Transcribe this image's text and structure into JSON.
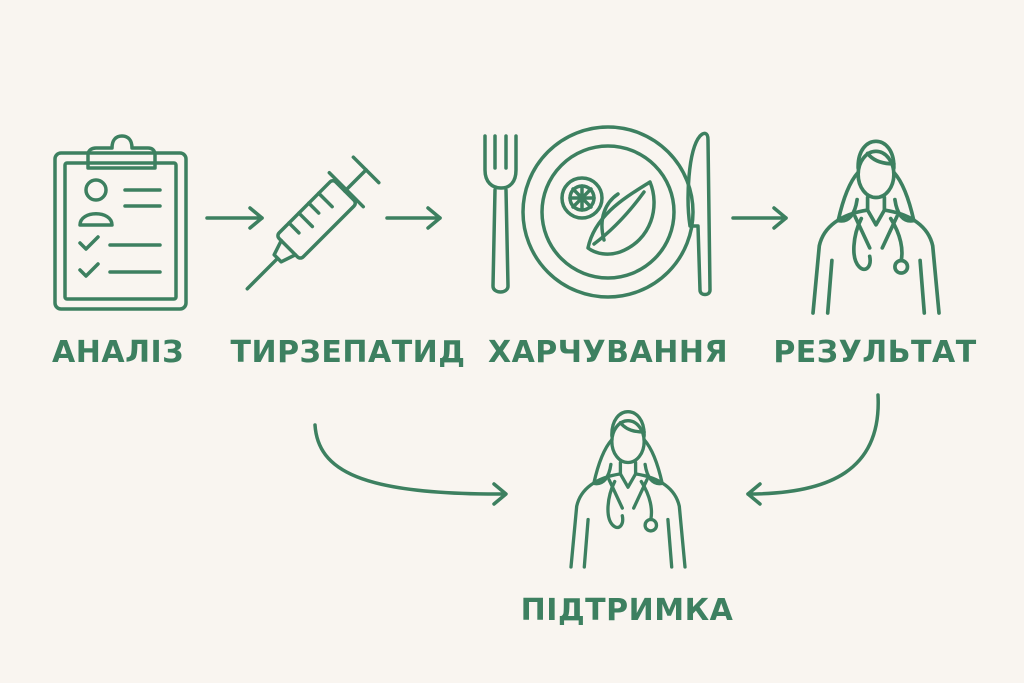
{
  "colors": {
    "background": "#f9f5f0",
    "stroke": "#3d8060"
  },
  "steps": [
    {
      "label": "АНАЛІЗ",
      "icon": "clipboard-icon"
    },
    {
      "label": "ТИРЗЕПАТИД",
      "icon": "syringe-icon"
    },
    {
      "label": "ХАРЧУВАННЯ",
      "icon": "plate-cutlery-icon"
    },
    {
      "label": "РЕЗУЛЬТАТ",
      "icon": "doctor-icon"
    }
  ],
  "support": {
    "label": "ПІДТРИМКА",
    "icon": "doctor-icon"
  }
}
